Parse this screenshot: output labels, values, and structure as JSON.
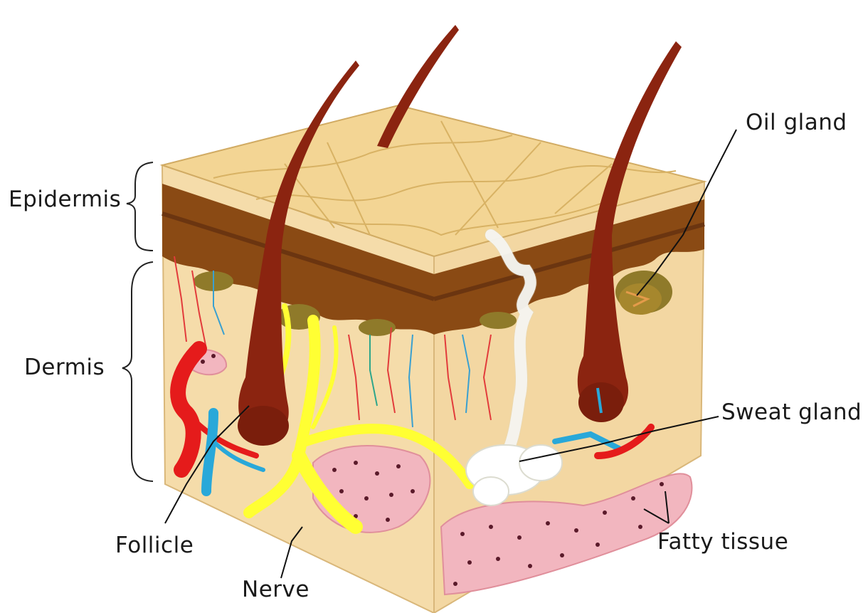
{
  "labels": {
    "epidermis": "Epidermis",
    "dermis": "Dermis",
    "oil_gland": "Oil gland",
    "sweat_gland": "Sweat gland",
    "fatty_tissue": "Fatty tissue",
    "follicle": "Follicle",
    "nerve": "Nerve"
  },
  "colors": {
    "skin_surface": "#f3d594",
    "dermis": "#f5d9a6",
    "epidermis_band": "#8a4a14",
    "hair": "#8b2410",
    "nerve": "#ffff33",
    "artery": "#e51b1b",
    "vein": "#29a8d9",
    "fat": "#f2b6bf",
    "sweat_gland": "#ffffff"
  }
}
